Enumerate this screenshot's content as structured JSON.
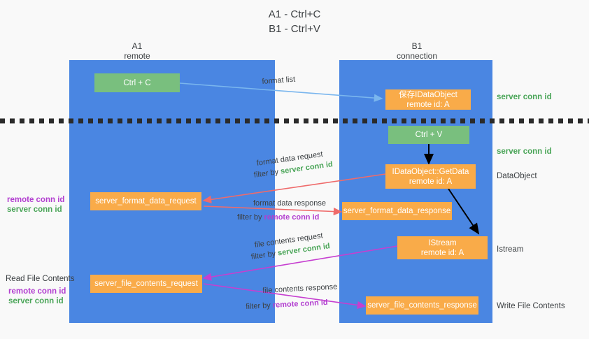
{
  "title": {
    "line1": "A1 - Ctrl+C",
    "line2": "B1 - Ctrl+V"
  },
  "columns": [
    {
      "name": "A1",
      "sub": "remote"
    },
    {
      "name": "B1",
      "sub": "connection"
    }
  ],
  "boxes": {
    "ctrl_c": "Ctrl + C",
    "ctrl_v": "Ctrl + V",
    "save_dataobject_line1": "保存IDataObject",
    "save_dataobject_line2": "remote id: A",
    "getdata_line1": "IDataObject::GetData",
    "getdata_line2": "remote id: A",
    "istream_line1": "IStream",
    "istream_line2": "remote id: A",
    "server_format_data_request": "server_format_data_request",
    "server_format_data_response": "server_format_data_response",
    "server_file_contents_request": "server_file_contents_request",
    "server_file_contents_response": "server_file_contents_response"
  },
  "right_notes": {
    "server_conn_id_top": "server conn id",
    "server_conn_id_second": "server conn id",
    "dataobject": "DataObject",
    "istream": "Istream",
    "write_file_contents": "Write File Contents"
  },
  "left_notes": {
    "remote_conn_id_1": "remote conn id",
    "server_conn_id_1": "server conn id",
    "read_file_contents": "Read File Contents",
    "remote_conn_id_2": "remote conn id",
    "server_conn_id_2": "server conn id"
  },
  "edge_labels": {
    "format_list": "format list",
    "format_data_request": "format data request",
    "format_data_request_filter_prefix": "filter by ",
    "format_data_request_filter_value": "server conn id",
    "format_data_response": "format data response",
    "format_data_response_filter_prefix": "filter by ",
    "format_data_response_filter_value": "remote conn id",
    "file_contents_request": "file contents request",
    "file_contents_request_filter_prefix": "filter by ",
    "file_contents_request_filter_value": "server conn id",
    "file_contents_response": "file contents response",
    "file_contents_response_filter_prefix": "filter by ",
    "file_contents_response_filter_value": "remote conn id"
  },
  "colors": {
    "lane": "#4a86e2",
    "box_orange": "#f9ab49",
    "box_green": "#79bf7e",
    "green_text": "#4aa558",
    "purple_text": "#b23fd0",
    "arrow_light_blue": "#7ab6ee",
    "arrow_red": "#ef6b6b",
    "arrow_magenta": "#c63fd0",
    "arrow_black": "#000000",
    "background": "#f9f9f9"
  }
}
